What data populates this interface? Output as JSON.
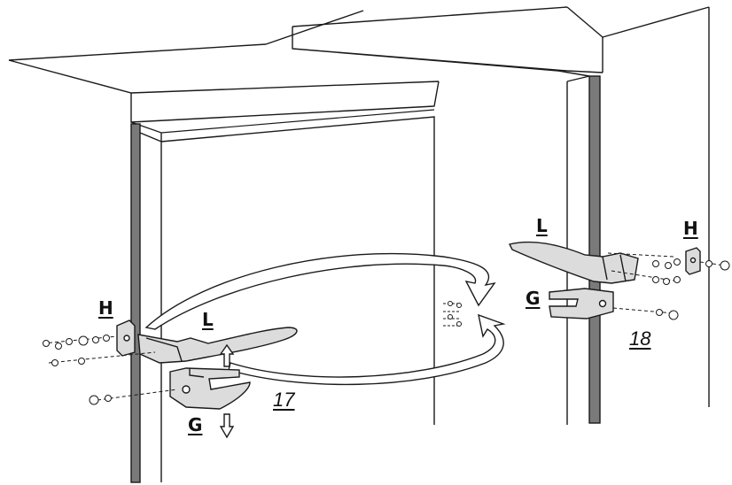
{
  "labels": {
    "h_left": "H",
    "l_left": "L",
    "g_left": "G",
    "l_right": "L",
    "h_right": "H",
    "g_right": "G"
  },
  "steps": {
    "left": "17",
    "right": "18"
  },
  "colors": {
    "line": "#1a1a1a",
    "door_edge": "#7a7a7a",
    "arrow_fill": "#bdbdbd",
    "handle_fill": "#dcdcdc"
  }
}
